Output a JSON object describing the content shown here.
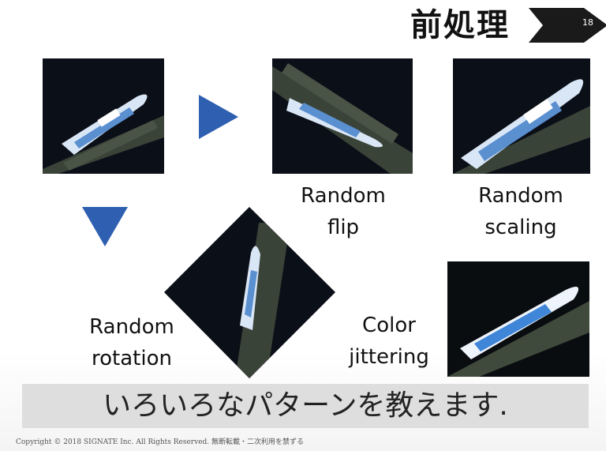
{
  "slide": {
    "title": "前処理",
    "page_number": "18",
    "accent_color": "#2f5fb0",
    "chevron_color": "#1a1a1a"
  },
  "labels": {
    "random_flip": [
      "Random",
      "flip"
    ],
    "random_scaling": [
      "Random",
      "scaling"
    ],
    "random_rotation": [
      "Random",
      "rotation"
    ],
    "color_jittering": [
      "Color",
      "jittering"
    ]
  },
  "banner": {
    "text": "いろいろなパターンを教えます."
  },
  "footer": {
    "copyright": "Copyright © 2018 SIGNATE Inc. All Rights Reserved. 無断転載・二次利用を禁ずる"
  }
}
